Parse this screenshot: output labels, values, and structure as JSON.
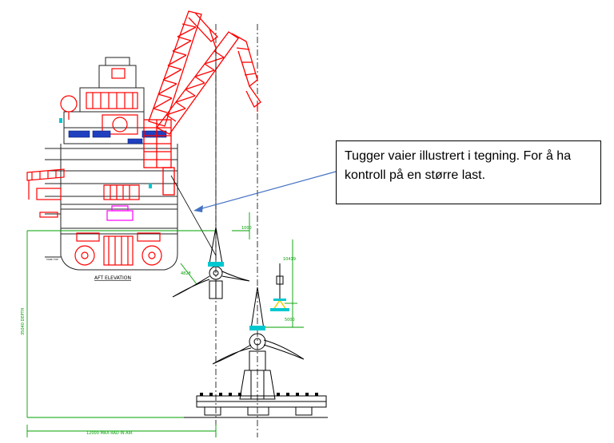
{
  "callout": {
    "text": "Tugger vaier illustrert i tegning. For å ha kontroll på en større last."
  },
  "labels": {
    "aft_elevation": "AFT ELEVATION",
    "depth": "35040 DEPTH",
    "max_rad": "12000 MAX RAD IN AIR",
    "dim_1000": "1000",
    "dim_4828": "4828",
    "dim_10419": "10419",
    "dim_5000": "5000",
    "tank_top": "TANK TOP"
  },
  "colors": {
    "crane": "#ff0000",
    "dimension": "#00a000",
    "callout_arrow": "#4472c4",
    "drawing": "#000000",
    "accent_magenta": "#ff00ff",
    "accent_cyan": "#00c8d0",
    "accent_blue": "#1f3fbf",
    "accent_yellow": "#e8d000"
  }
}
